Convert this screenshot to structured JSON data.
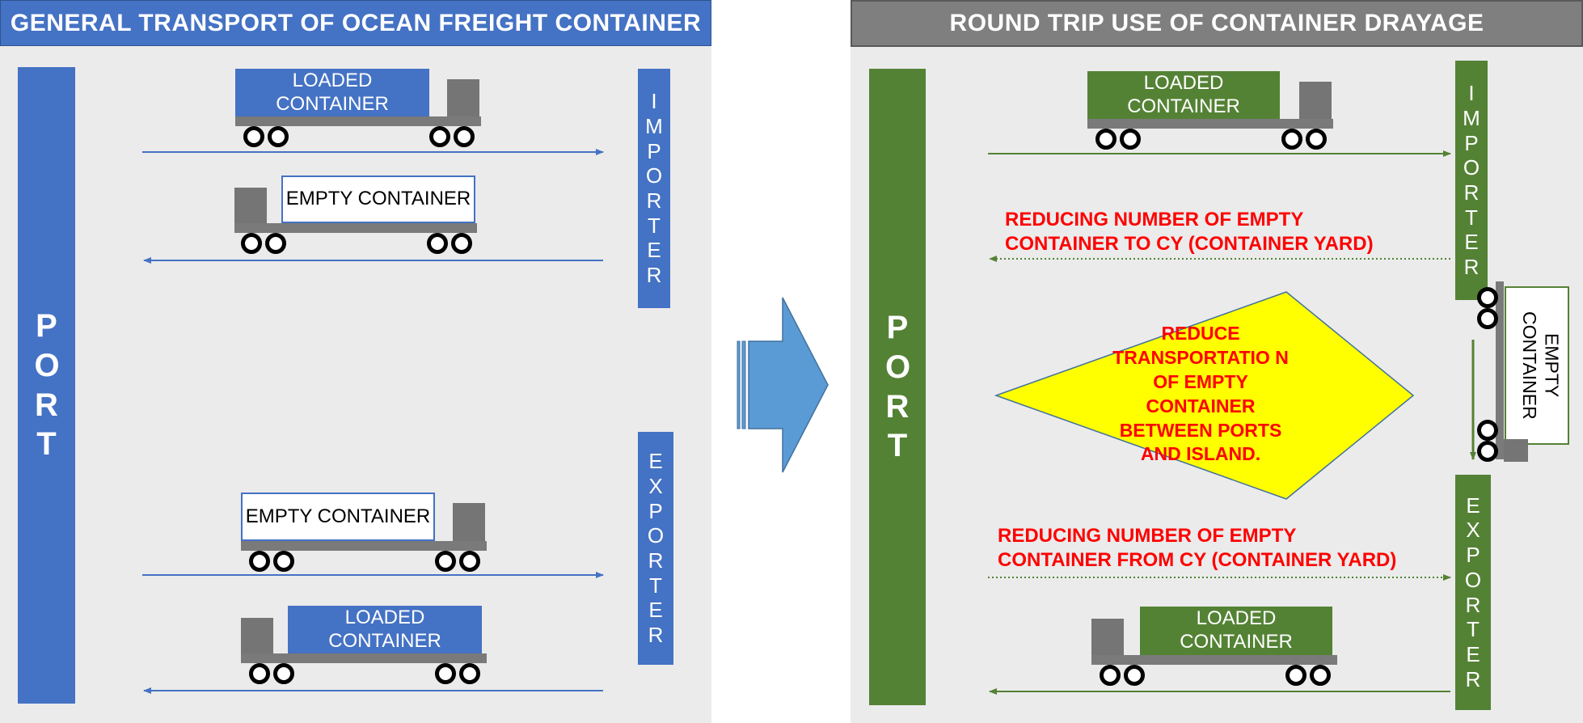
{
  "left": {
    "title": "GENERAL TRANSPORT OF OCEAN FREIGHT CONTAINER",
    "port": "PORT",
    "importer": "IMPORTER",
    "exporter": "EXPORTER",
    "trucks": {
      "loaded_top": "LOADED CONTAINER",
      "empty_top": "EMPTY CONTAINER",
      "empty_bottom": "EMPTY CONTAINER",
      "loaded_bottom": "LOADED CONTAINER"
    }
  },
  "right": {
    "title": "ROUND TRIP USE OF CONTAINER DRAYAGE",
    "port": "PORT",
    "importer": "IMPORTER",
    "exporter": "EXPORTER",
    "trucks": {
      "loaded_top": "LOADED CONTAINER",
      "empty_side": "EMPTY CONTAINER",
      "loaded_bottom": "LOADED CONTAINER"
    },
    "note_top_line1": "REDUCING NUMBER OF EMPTY",
    "note_top_line2": "CONTAINER TO CY (CONTAINER YARD)",
    "note_bottom_line1": "REDUCING NUMBER OF EMPTY",
    "note_bottom_line2": "CONTAINER FROM CY (CONTAINER YARD)",
    "diamond_text": "REDUCE TRANSPORTATIO N OF EMPTY CONTAINER BETWEEN PORTS AND ISLAND."
  },
  "colors": {
    "blue": "#4472c4",
    "green": "#548235",
    "gray_title": "#7f7f7f",
    "panel": "#ebebeb",
    "arrow_blue": "#5b9bd5",
    "diamond": "#ffff00",
    "red_text": "#ff0000"
  }
}
